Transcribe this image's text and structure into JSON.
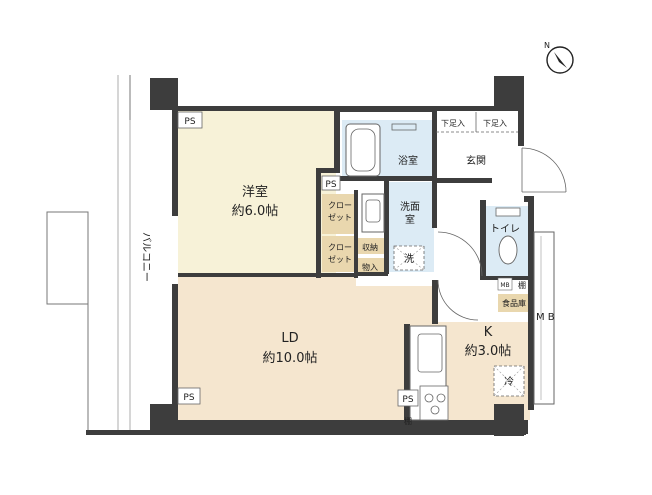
{
  "rooms": {
    "western_room": {
      "name": "洋室",
      "area": "約6.0帖"
    },
    "ld": {
      "name": "LD",
      "area": "約10.0帖"
    },
    "kitchen": {
      "name": "K",
      "area": "約3.0帖"
    },
    "bathroom": {
      "name": "浴室"
    },
    "washroom": {
      "name_line1": "洗面",
      "name_line2": "室"
    },
    "entrance": {
      "name": "玄関"
    },
    "toilet": {
      "name": "トイレ"
    },
    "balcony": {
      "name": "バルコニー"
    }
  },
  "storage": {
    "closet_a": {
      "line1": "クロー",
      "line2": "ゼット"
    },
    "closet_b": {
      "line1": "クロー",
      "line2": "ゼット"
    },
    "shuno": "収納",
    "monoire": "物入",
    "shoe_left": "下足入",
    "shoe_right": "下足入",
    "tana_toilet": "棚",
    "tana_kitchen": "棚",
    "shokkiko": "食品庫",
    "mb_small": "MB"
  },
  "fixtures": {
    "washer": "洗",
    "fridge": "冷",
    "mb_label": "M B"
  },
  "ps_labels": [
    "PS",
    "PS",
    "PS",
    "PS"
  ],
  "compass": {
    "letter": "N"
  },
  "colors": {
    "western_room_fill": "#f7f2d8",
    "ld_fill": "#f5e6cf",
    "wet_area_fill": "#dcebf5",
    "closet_fill": "#e9d7ae",
    "wall": "#3d3d3d",
    "floor_white": "#ffffff"
  }
}
